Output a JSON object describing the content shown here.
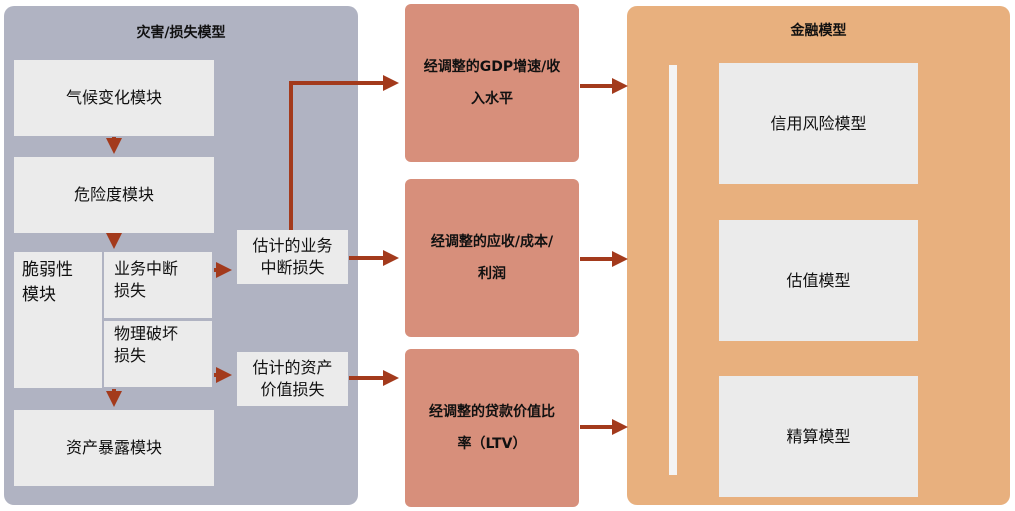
{
  "disaster_panel": {
    "title": "灾害/损失模型",
    "climate": "气候变化模块",
    "hazard": "危险度模块",
    "vulnerability": "脆弱性\n模块",
    "business_interruption": "业务中断\n损失",
    "physical_damage": "物理破坏\n损失",
    "exposure": "资产暴露模块"
  },
  "estimates": {
    "business": "估计的业务\n中断损失",
    "asset": "估计的资产\n价值损失"
  },
  "adjusted": {
    "gdp": "经调整的GDP增速/收\n入水平",
    "receivables": "经调整的应收/成本/\n利润",
    "ltv": "经调整的贷款价值比\n率（LTV）"
  },
  "finance_panel": {
    "title": "金融模型",
    "credit_risk": "信用风险模型",
    "valuation": "估值模型",
    "actuarial": "精算模型"
  },
  "colors": {
    "left_panel": "#b0b3c2",
    "right_panel": "#e8b07e",
    "adjusted_box": "#d78f7b",
    "arrow": "#a33a1c",
    "box": "#ebebeb"
  }
}
